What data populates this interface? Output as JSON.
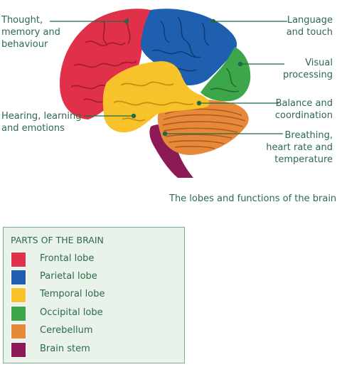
{
  "labels": {
    "thought": "Thought,\nmemory and\nbehaviour",
    "language": "Language\nand touch",
    "visual": "Visual\nprocessing",
    "balance": "Balance and\ncoordination",
    "hearing": "Hearing, learning\nand emotions",
    "breathing": "Breathing,\nheart rate and\ntemperature"
  },
  "caption": "The lobes and functions of the brain",
  "legend": {
    "title": "PARTS OF THE BRAIN",
    "items": [
      {
        "label": "Frontal lobe",
        "color": "#e0304a"
      },
      {
        "label": "Parietal lobe",
        "color": "#1e5fb0"
      },
      {
        "label": "Temporal lobe",
        "color": "#f7c22a"
      },
      {
        "label": "Occipital lobe",
        "color": "#3ea64a"
      },
      {
        "label": "Cerebellum",
        "color": "#e7893a"
      },
      {
        "label": "Brain stem",
        "color": "#8c1a55"
      }
    ]
  },
  "colors": {
    "text": "#2d6a4a",
    "leader_line": "#1f6b45",
    "legend_bg": "#eaf3ea",
    "legend_border": "#7fae8e"
  }
}
